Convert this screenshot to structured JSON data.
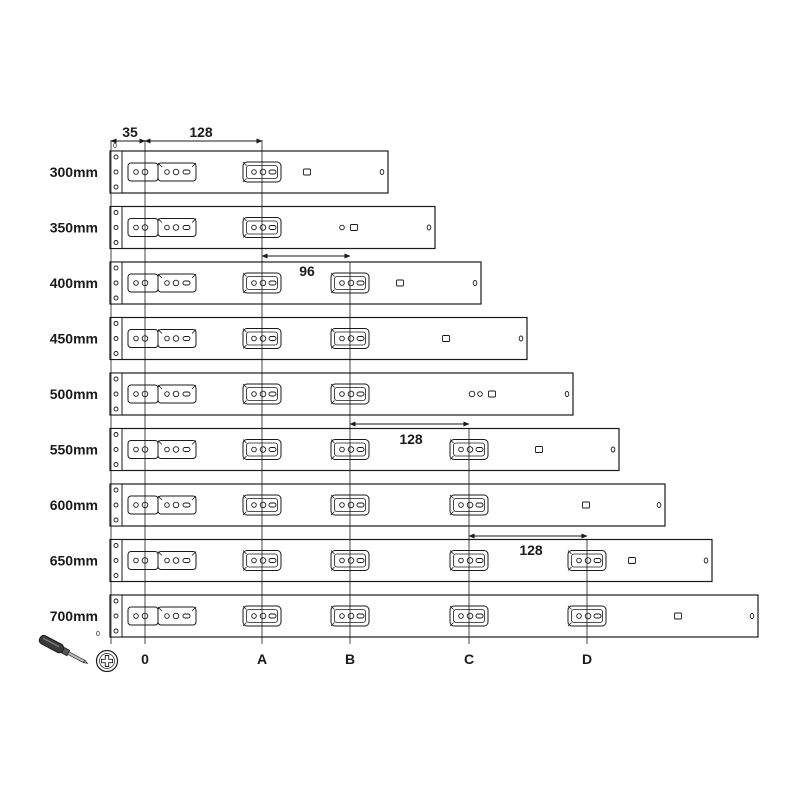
{
  "rows": [
    {
      "label": "300mm",
      "slots": [
        "0",
        "A"
      ],
      "rightCircle": false
    },
    {
      "label": "350mm",
      "slots": [
        "0",
        "A"
      ],
      "rightCircle": true
    },
    {
      "label": "400mm",
      "slots": [
        "0",
        "A",
        "B"
      ],
      "rightCircle": false
    },
    {
      "label": "450mm",
      "slots": [
        "0",
        "A",
        "B"
      ],
      "rightCircle": false
    },
    {
      "label": "500mm",
      "slots": [
        "0",
        "A",
        "B"
      ],
      "rightCircle": true
    },
    {
      "label": "550mm",
      "slots": [
        "0",
        "A",
        "B",
        "C"
      ],
      "rightCircle": false
    },
    {
      "label": "600mm",
      "slots": [
        "0",
        "A",
        "B",
        "C"
      ],
      "rightCircle": false
    },
    {
      "label": "650mm",
      "slots": [
        "0",
        "A",
        "B",
        "C",
        "D"
      ],
      "rightCircle": false
    },
    {
      "label": "700mm",
      "slots": [
        "0",
        "A",
        "B",
        "C",
        "D"
      ],
      "rightCircle": false
    }
  ],
  "columns": [
    "0",
    "A",
    "B",
    "C",
    "D"
  ],
  "dimensions": [
    {
      "label": "35",
      "from": "edge",
      "to": "0"
    },
    {
      "label": "128",
      "from": "0",
      "to": "A"
    },
    {
      "label": "96",
      "from": "A",
      "to": "B"
    },
    {
      "label": "128",
      "from": "B",
      "to": "C"
    },
    {
      "label": "128",
      "from": "C",
      "to": "D"
    }
  ],
  "icons": [
    "screwdriver-icon",
    "screw-head-icon"
  ]
}
